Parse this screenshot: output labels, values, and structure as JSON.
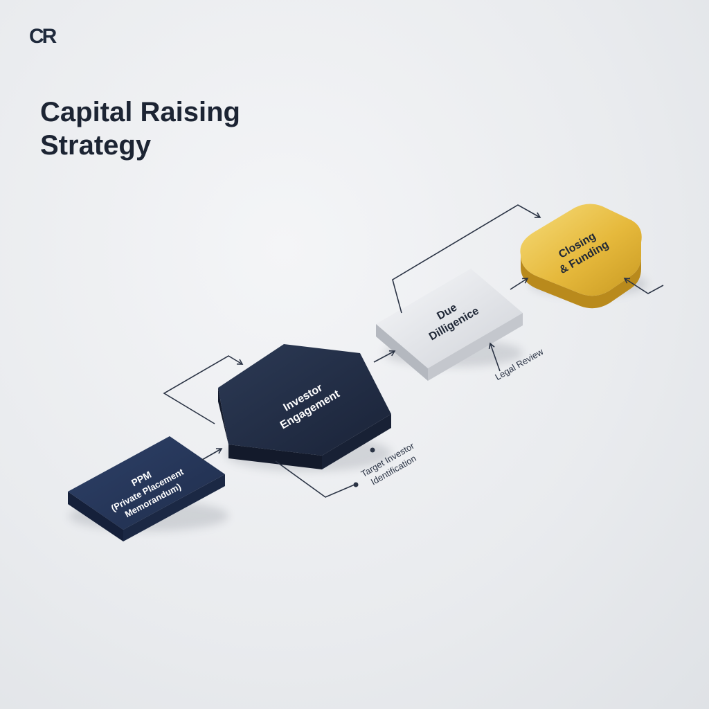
{
  "logo": {
    "text": "CR"
  },
  "title": {
    "line1": "Capital Raising",
    "line2": "Strategy"
  },
  "nodes": {
    "ppm": {
      "line1": "PPM",
      "line2": "(Private Placement",
      "line3": "Memorandum)",
      "color": "#25365a"
    },
    "investor": {
      "line1": "Investor",
      "line2": "Engagement",
      "color": "#1f2b42"
    },
    "diligence": {
      "line1": "Due",
      "line2": "Dilligenice",
      "color": "#d9dbe0"
    },
    "closing": {
      "line1": "Closing",
      "line2": "& Funding",
      "color": "#e3b636"
    }
  },
  "annotations": {
    "target_line1": "Target Investor",
    "target_line2": "Identification",
    "legal_review": "Legal Review"
  },
  "colors": {
    "arrow": "#2a3344",
    "accent_gold": "#e3b636",
    "navy": "#1f2b42"
  }
}
